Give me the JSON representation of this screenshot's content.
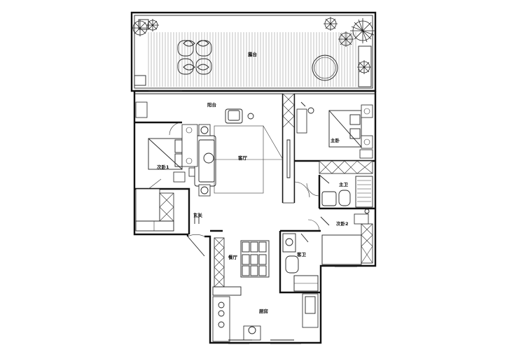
{
  "rooms": {
    "terrace": "露台",
    "balcony": "阳台",
    "living_room": "客厅",
    "master_bedroom": "主卧",
    "second_bedroom_1": "次卧1",
    "second_bedroom_2": "次卧2",
    "master_bath": "主卫",
    "guest_bath": "客卫",
    "entrance": "玄关",
    "dining_room": "餐厅",
    "kitchen": "厨房"
  },
  "colors": {
    "wall": "#111111",
    "line": "#222222",
    "background": "#ffffff"
  }
}
